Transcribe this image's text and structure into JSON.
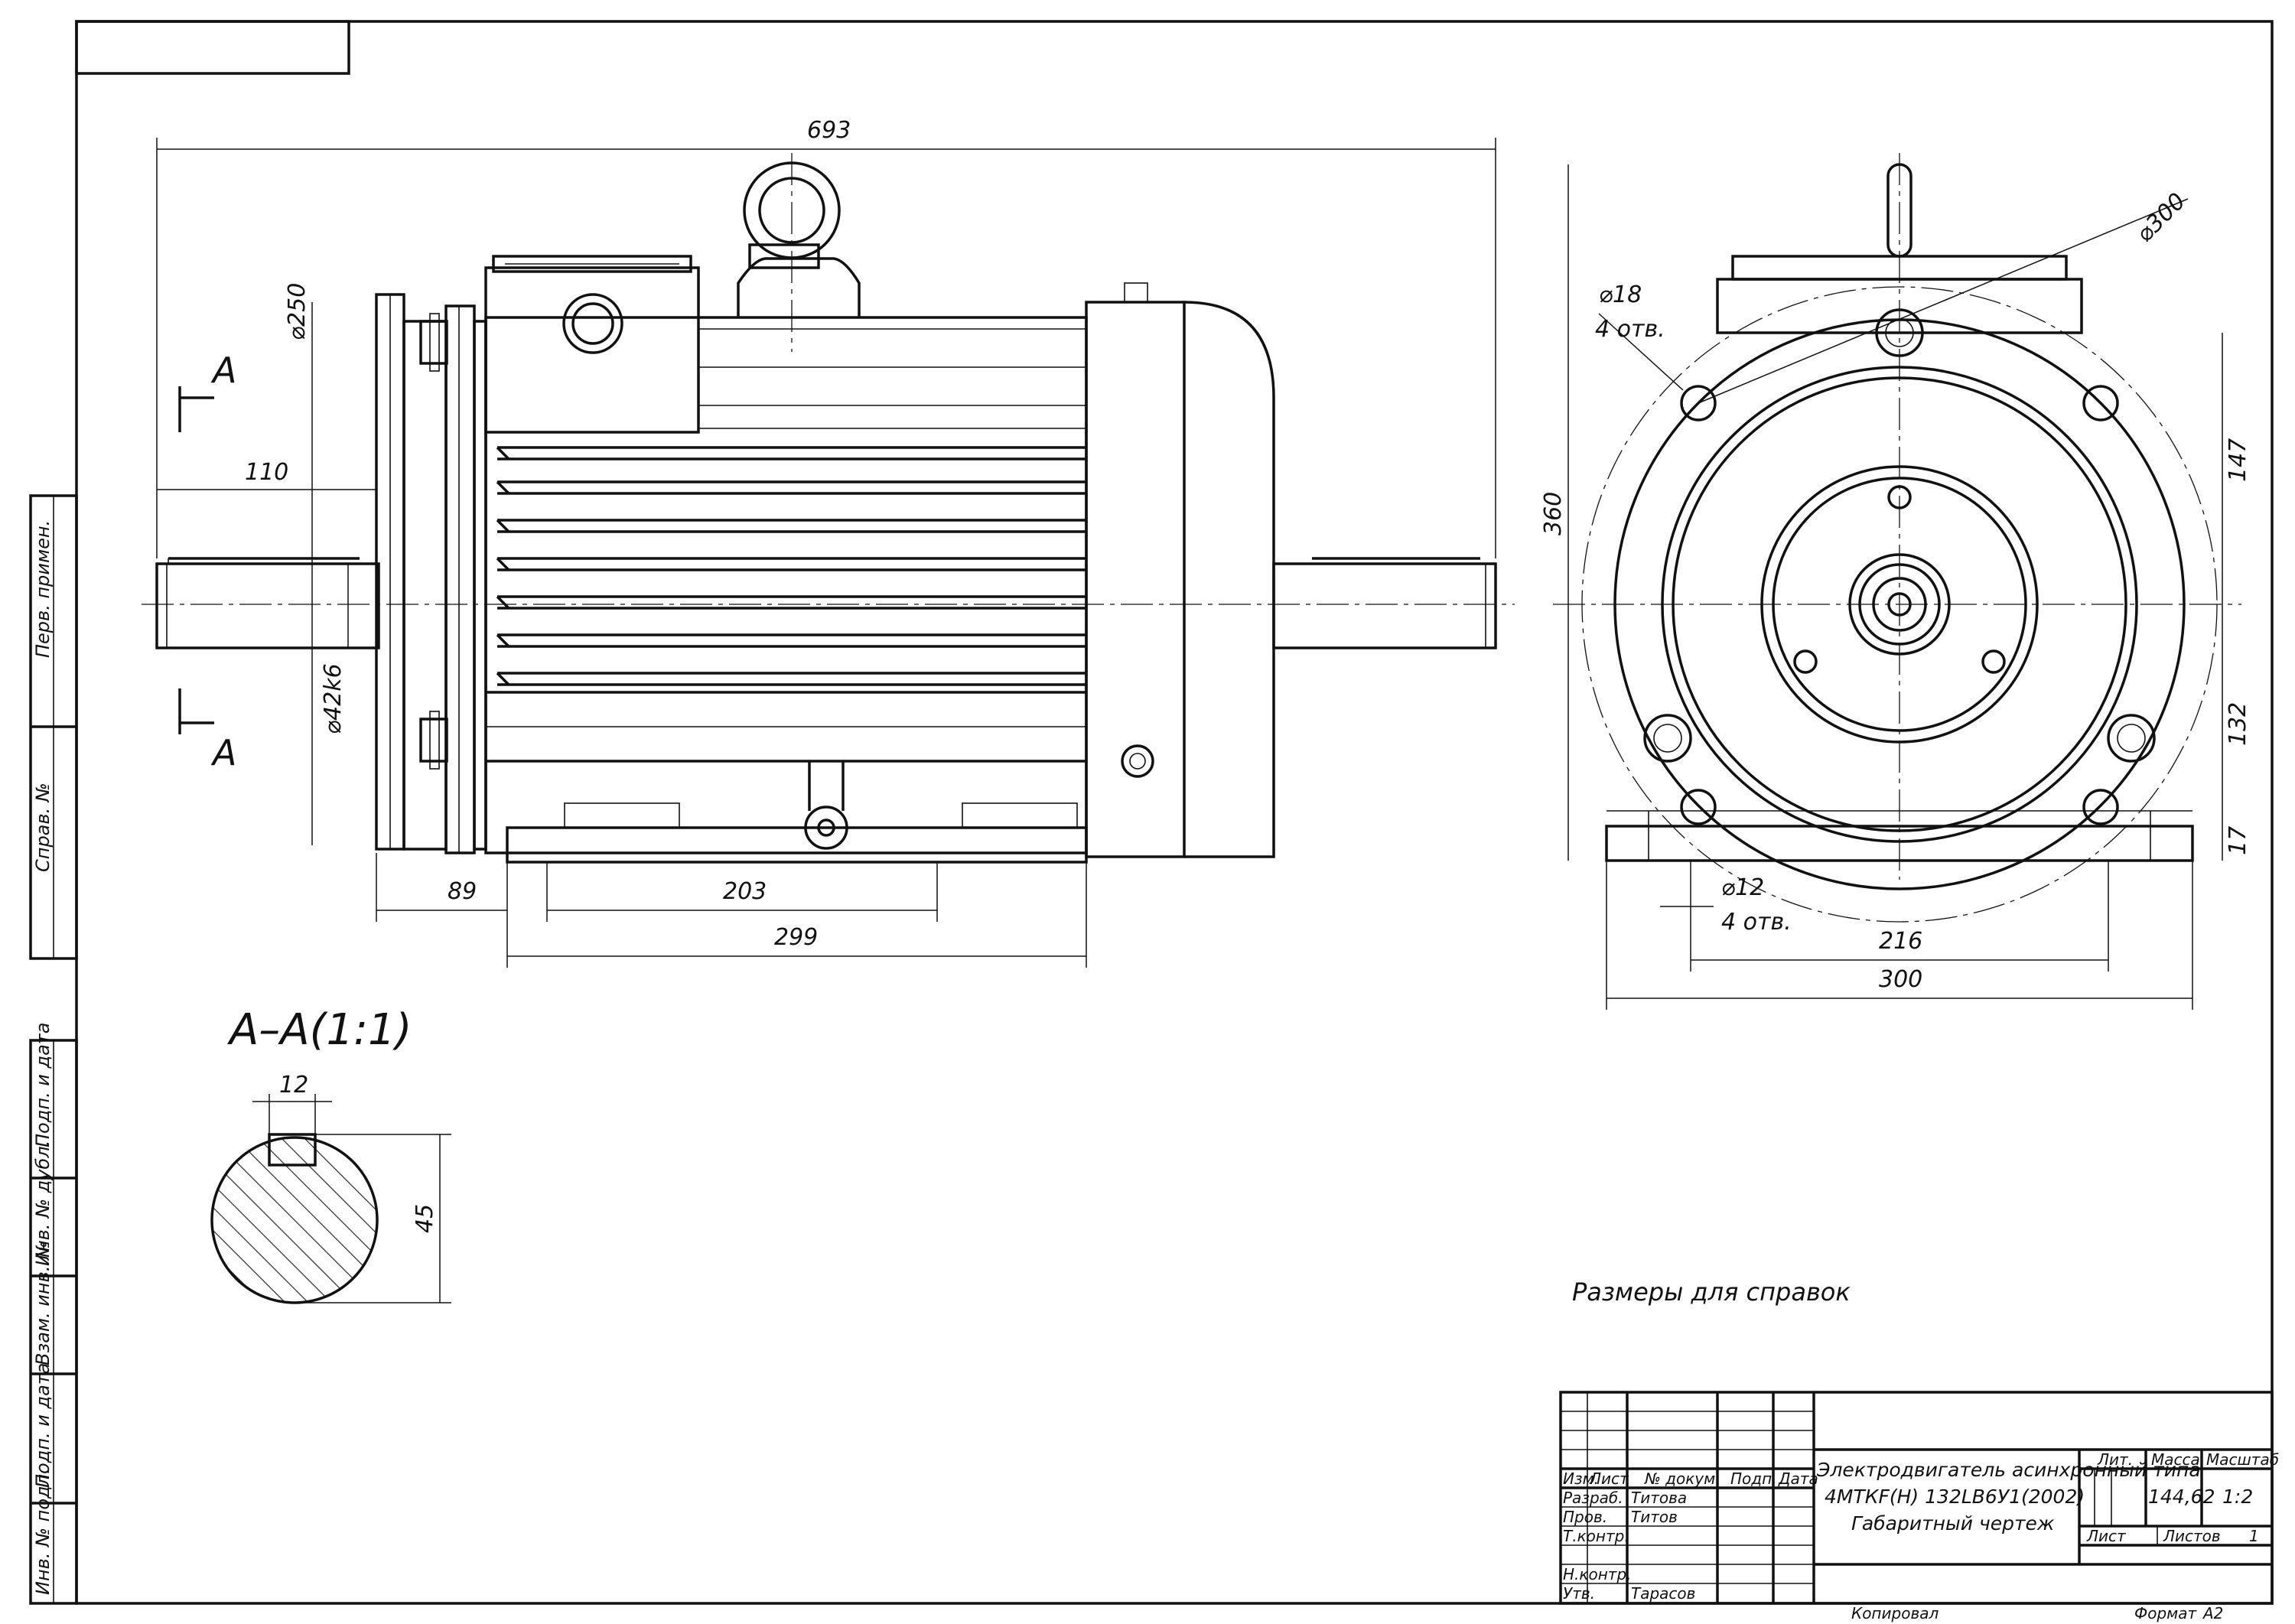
{
  "drawing": {
    "view_a_dims": {
      "overall_length": "693",
      "flange_dia": "⌀250",
      "shaft_len": "110",
      "shaft_dia": "⌀42k6",
      "flange_to_foot": "89",
      "foot_holes_span": "203",
      "foot_length": "299"
    },
    "view_b_dims": {
      "flange_pcd": "⌀300",
      "flange_holes_dia": "⌀18",
      "flange_holes_count": "4 отв.",
      "overall_height": "360",
      "upper_height": "147",
      "axis_height": "132",
      "foot_thickness": "17",
      "foot_holes_dia": "⌀12",
      "foot_holes_count": "4 отв.",
      "foot_holes_span": "216",
      "foot_width": "300"
    },
    "section": {
      "title": "А–А(1:1)",
      "key_width": "12",
      "key_depth": "45"
    },
    "section_marks": {
      "top": "А",
      "bottom": "А"
    },
    "note": "Размеры для справок"
  },
  "side_stamp": {
    "perv_primen": "Перв. примен.",
    "sprav_no": "Справ. №",
    "podp_i_data_1": "Подп. и дата",
    "inv_no_dubl": "Инв. № дубл.",
    "vzam_inv_no": "Взам. инв. №",
    "podp_i_data_2": "Подп. и дата",
    "inv_no_podl": "Инв. № подл."
  },
  "title_block": {
    "izm": "Изм.",
    "list": "Лист",
    "no_dokum": "№ докум.",
    "podp": "Подп.",
    "data": "Дата",
    "razrab_label": "Разраб.",
    "razrab_name": "Титова",
    "prov_label": "Пров.",
    "prov_name": "Титов",
    "tkontr_label": "Т.контр.",
    "nkontr_label": "Н.контр.",
    "utv_label": "Утв.",
    "utv_name": "Тарасов",
    "title_line1": "Электродвигатель асинхронный типа",
    "title_line2": "4МТКF(Н) 132LB6У1(2002)",
    "title_line3": "Габаритный чертеж",
    "lit_label": "Лит.",
    "massa_label": "Масса",
    "masshtab_label": "Масштаб",
    "massa_value": "144,62",
    "masshtab_value": "1:2",
    "list_label": "Лист",
    "listov_label": "Листов",
    "listov_value": "1",
    "kopiroval": "Копировал",
    "format_label": "Формат",
    "format_value": "А2"
  }
}
